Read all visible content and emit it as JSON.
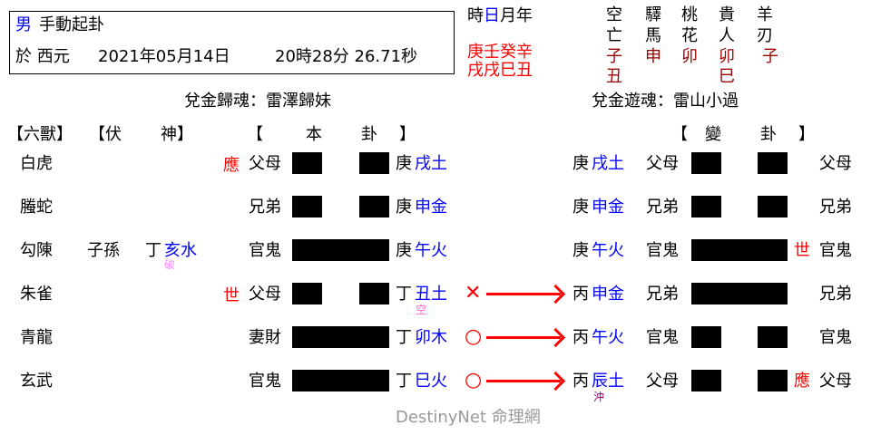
{
  "header": {
    "gender": "男",
    "method": "手動起卦",
    "date_prefix": "於 西元",
    "date": "2021年05月14日",
    "time": "20時28分 26.71秒"
  },
  "ganzhi": {
    "labels": [
      "時",
      "日",
      "月",
      "年"
    ],
    "stems": "庚壬癸辛",
    "branches": "戌戌巳丑"
  },
  "shensha": [
    {
      "name_top": "空",
      "name_bottom": "亡",
      "values": [
        "子",
        "丑"
      ]
    },
    {
      "name_top": "驛",
      "name_bottom": "馬",
      "values": [
        "申"
      ]
    },
    {
      "name_top": "桃",
      "name_bottom": "花",
      "values": [
        "卯"
      ]
    },
    {
      "name_top": "貴",
      "name_bottom": "人",
      "values": [
        "卯",
        "巳"
      ]
    },
    {
      "name_top": "羊",
      "name_bottom": "刃",
      "values": [
        "子"
      ]
    }
  ],
  "main_hexagram_title": "兌金歸魂：雷澤歸妹",
  "changed_hexagram_title": "兌金遊魂：雷山小過",
  "column_headers": {
    "six_beasts": "【六獸】",
    "hidden_open": "【伏",
    "hidden_close": "神】",
    "main_open": "【",
    "main_1": "本",
    "main_2": "卦",
    "main_close": "】",
    "changed_open": "【",
    "changed_1": "變",
    "changed_2": "卦",
    "changed_close": "】"
  },
  "lines": [
    {
      "beast": "白虎",
      "hidden_relation": "",
      "hidden_stem": "",
      "hidden_branch": "",
      "hidden_note": "",
      "marker": "應",
      "relation": "父母",
      "yin": true,
      "stem": "庚",
      "branch": "戌土",
      "note": "",
      "moving": "",
      "c_stem": "庚",
      "c_branch": "戌土",
      "c_note": "",
      "c_relation": "父母",
      "c_yin": true,
      "c_marker": "",
      "c_relation_right": "父母"
    },
    {
      "beast": "螣蛇",
      "hidden_relation": "",
      "hidden_stem": "",
      "hidden_branch": "",
      "hidden_note": "",
      "marker": "",
      "relation": "兄弟",
      "yin": true,
      "stem": "庚",
      "branch": "申金",
      "note": "",
      "moving": "",
      "c_stem": "庚",
      "c_branch": "申金",
      "c_note": "",
      "c_relation": "兄弟",
      "c_yin": true,
      "c_marker": "",
      "c_relation_right": "兄弟"
    },
    {
      "beast": "勾陳",
      "hidden_relation": "子孫",
      "hidden_stem": "丁",
      "hidden_branch": "亥水",
      "hidden_note": "破",
      "marker": "",
      "relation": "官鬼",
      "yin": false,
      "stem": "庚",
      "branch": "午火",
      "note": "",
      "moving": "",
      "c_stem": "庚",
      "c_branch": "午火",
      "c_note": "",
      "c_relation": "官鬼",
      "c_yin": false,
      "c_marker": "世",
      "c_relation_right": "官鬼"
    },
    {
      "beast": "朱雀",
      "hidden_relation": "",
      "hidden_stem": "",
      "hidden_branch": "",
      "hidden_note": "",
      "marker": "世",
      "relation": "父母",
      "yin": true,
      "stem": "丁",
      "branch": "丑土",
      "note": "空",
      "moving": "✕",
      "c_stem": "丙",
      "c_branch": "申金",
      "c_note": "",
      "c_relation": "兄弟",
      "c_yin": false,
      "c_marker": "",
      "c_relation_right": "兄弟"
    },
    {
      "beast": "青龍",
      "hidden_relation": "",
      "hidden_stem": "",
      "hidden_branch": "",
      "hidden_note": "",
      "marker": "",
      "relation": "妻財",
      "yin": false,
      "stem": "丁",
      "branch": "卯木",
      "note": "",
      "moving": "○",
      "c_stem": "丙",
      "c_branch": "午火",
      "c_note": "",
      "c_relation": "官鬼",
      "c_yin": true,
      "c_marker": "",
      "c_relation_right": "官鬼"
    },
    {
      "beast": "玄武",
      "hidden_relation": "",
      "hidden_stem": "",
      "hidden_branch": "",
      "hidden_note": "",
      "marker": "",
      "relation": "官鬼",
      "yin": false,
      "stem": "丁",
      "branch": "巳火",
      "note": "",
      "moving": "○",
      "c_stem": "丙",
      "c_branch": "辰土",
      "c_note": "沖",
      "c_relation": "父母",
      "c_yin": true,
      "c_marker": "應",
      "c_relation_right": "父母"
    }
  ],
  "footer": "DestinyNet 命理網",
  "colors": {
    "element": "#0000ff",
    "marker": "#ff0000",
    "shensha_value": "#990000",
    "void_note": "#ff66cc",
    "broken_note": "#ff88ff",
    "clash_note": "#880066"
  }
}
